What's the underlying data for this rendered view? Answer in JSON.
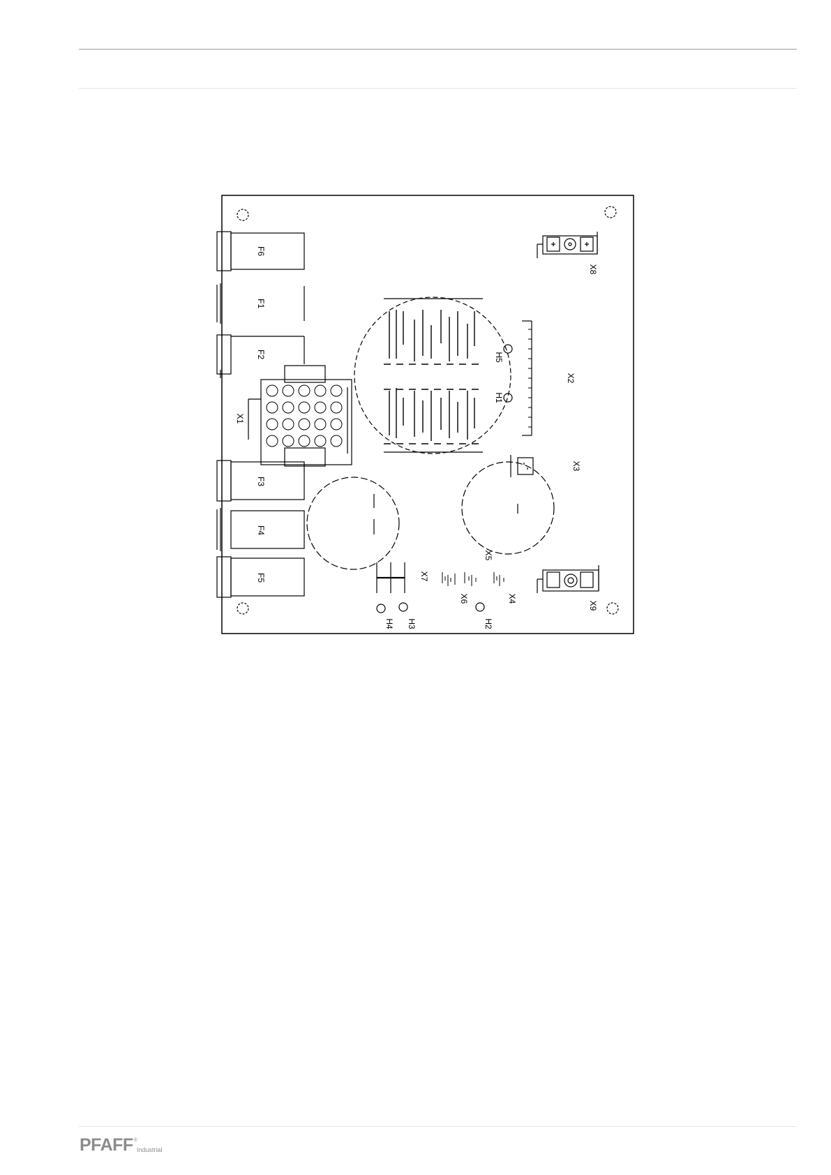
{
  "diagram": {
    "component_labels": {
      "F6": "F6",
      "F1": "F1",
      "F2": "F2",
      "F3": "F3",
      "F4": "F4",
      "F5": "F5",
      "X1": "X1",
      "X2": "X2",
      "X3": "X3",
      "X4": "X4",
      "X5": "X5",
      "X6": "X6",
      "X7": "X7",
      "X8": "X8",
      "X9": "X9",
      "H1": "H1",
      "H2": "H2",
      "H3": "H3",
      "H4": "H4",
      "H5": "H5"
    }
  },
  "footer": {
    "brand": "PFAFF",
    "registered_mark": "®",
    "brand_subtitle": "Industrial"
  }
}
